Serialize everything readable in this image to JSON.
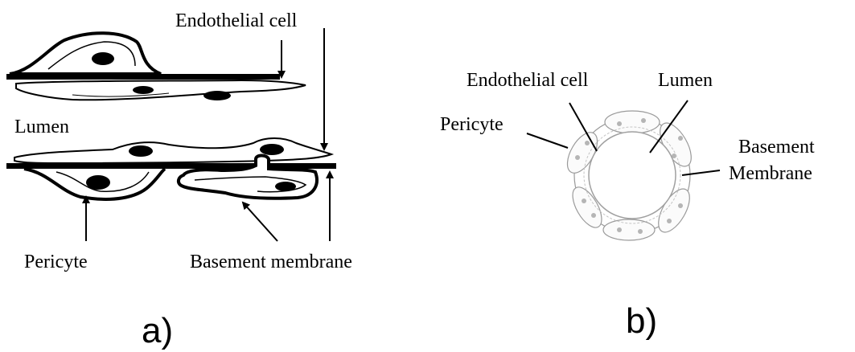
{
  "panel_a": {
    "caption": "a)",
    "labels": {
      "endothelial_cell": "Endothelial cell",
      "lumen": "Lumen",
      "pericyte": "Pericyte",
      "basement_membrane": "Basement membrane"
    }
  },
  "panel_b": {
    "caption": "b)",
    "labels": {
      "endothelial_cell": "Endothelial cell",
      "lumen": "Lumen",
      "pericyte": "Pericyte",
      "basement_line1": "Basement",
      "basement_line2": "Membrane"
    }
  }
}
